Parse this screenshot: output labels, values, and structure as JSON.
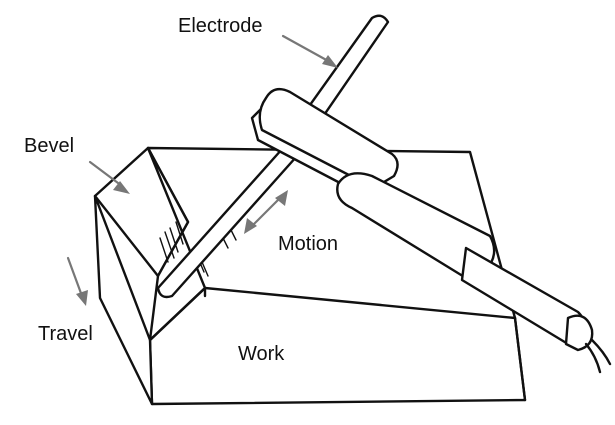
{
  "labels": {
    "electrode": "Electrode",
    "bevel": "Bevel",
    "motion": "Motion",
    "travel": "Travel",
    "work": "Work"
  }
}
